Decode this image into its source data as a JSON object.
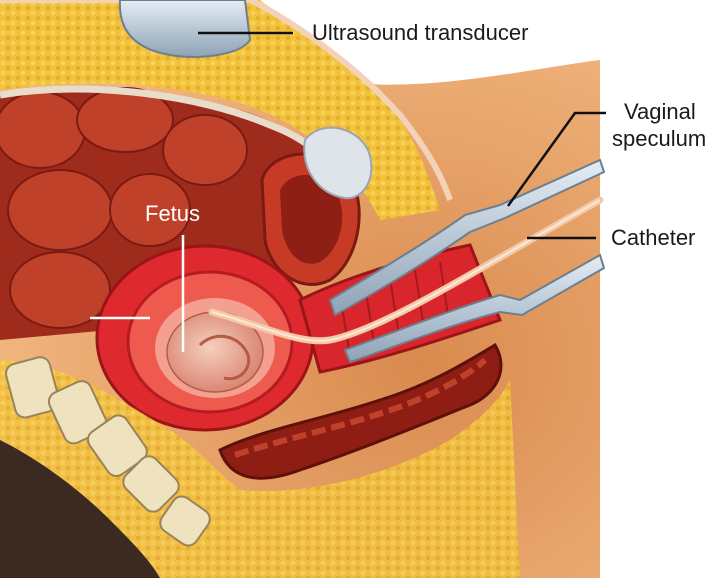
{
  "figure": {
    "labels": {
      "ultrasound_transducer": "Ultrasound transducer",
      "vaginal": "Vaginal",
      "speculum": "speculum",
      "catheter": "Catheter",
      "fetus": "Fetus"
    },
    "colors": {
      "skin": "#e8a46a",
      "fat": "#f2c43c",
      "uterus_red": "#d9272e",
      "bowel": "#b5331f",
      "dark_red": "#7a1a12",
      "bone": "#f0e6c8",
      "instrument": "#aebfcf",
      "catheter": "#f3c9a8"
    }
  }
}
